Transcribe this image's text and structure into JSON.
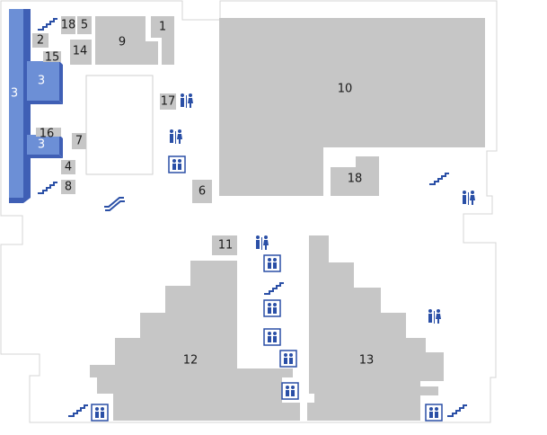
{
  "map": {
    "colors": {
      "store": "#c6c6c6",
      "blue_store": "#6c8fd6",
      "blue_store_side": "#3f5fb5",
      "icon": "#2a4fa6",
      "outline": "#d5d5d5"
    },
    "stores": [
      {
        "id": "3",
        "label": "3"
      },
      {
        "id": "3a",
        "label": "3"
      },
      {
        "id": "3b",
        "label": "3"
      },
      {
        "id": "18a",
        "label": "18"
      },
      {
        "id": "5",
        "label": "5"
      },
      {
        "id": "2",
        "label": "2"
      },
      {
        "id": "14",
        "label": "14"
      },
      {
        "id": "15",
        "label": "15"
      },
      {
        "id": "9",
        "label": "9"
      },
      {
        "id": "1",
        "label": "1"
      },
      {
        "id": "10",
        "label": "10"
      },
      {
        "id": "17",
        "label": "17"
      },
      {
        "id": "16",
        "label": "16"
      },
      {
        "id": "7",
        "label": "7"
      },
      {
        "id": "4",
        "label": "4"
      },
      {
        "id": "8",
        "label": "8"
      },
      {
        "id": "6",
        "label": "6"
      },
      {
        "id": "18b",
        "label": "18"
      },
      {
        "id": "11",
        "label": "11"
      },
      {
        "id": "12",
        "label": "12"
      },
      {
        "id": "13",
        "label": "13"
      }
    ],
    "icons": {
      "stairs": "stairs-icon",
      "restroom": "restroom-icon",
      "elevator": "elevator-icon",
      "escalator": "escalator-icon"
    }
  }
}
